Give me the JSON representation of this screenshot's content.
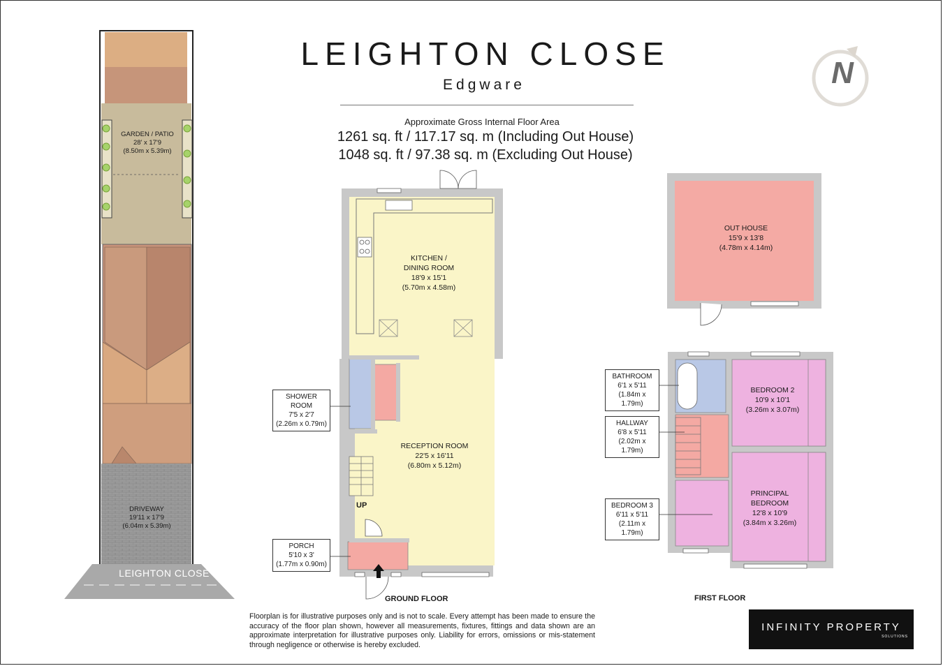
{
  "header": {
    "title": "LEIGHTON CLOSE",
    "subtitle": "Edgware",
    "area_label": "Approximate Gross Internal Floor Area",
    "area_including": "1261 sq. ft / 117.17 sq. m (Including Out House)",
    "area_excluding": "1048 sq. ft / 97.38 sq. m (Excluding Out House)"
  },
  "compass": {
    "letter": "N"
  },
  "site_plan": {
    "garden": {
      "name": "GARDEN / PATIO",
      "imperial": "28' x 17'9",
      "metric": "(8.50m x 5.39m)"
    },
    "driveway": {
      "name": "DRIVEWAY",
      "imperial": "19'11 x 17'9",
      "metric": "(6.04m x 5.39m)"
    },
    "street": "LEIGHTON CLOSE"
  },
  "ground_floor": {
    "label": "GROUND FLOOR",
    "kitchen": {
      "name1": "KITCHEN /",
      "name2": "DINING ROOM",
      "imperial": "18'9 x 15'1",
      "metric": "(5.70m x 4.58m)"
    },
    "reception": {
      "name": "RECEPTION ROOM",
      "imperial": "22'5 x 16'11",
      "metric": "(6.80m x 5.12m)"
    },
    "shower": {
      "name": "SHOWER ROOM",
      "imperial": "7'5 x 2'7",
      "metric": "(2.26m x 0.79m)"
    },
    "porch": {
      "name": "PORCH",
      "imperial": "5'10 x 3'",
      "metric": "(1.77m x 0.90m)"
    },
    "stairs": "UP"
  },
  "out_house": {
    "name": "OUT HOUSE",
    "imperial": "15'9 x 13'8",
    "metric": "(4.78m x 4.14m)"
  },
  "first_floor": {
    "label": "FIRST FLOOR",
    "bathroom": {
      "name": "BATHROOM",
      "imperial": "6'1 x 5'11",
      "metric": "(1.84m x 1.79m)"
    },
    "hallway": {
      "name": "HALLWAY",
      "imperial": "6'8 x 5'11",
      "metric": "(2.02m x 1.79m)"
    },
    "bedroom3": {
      "name": "BEDROOM 3",
      "imperial": "6'11 x 5'11",
      "metric": "(2.11m x 1.79m)"
    },
    "bedroom2": {
      "name": "BEDROOM 2",
      "imperial": "10'9 x 10'1",
      "metric": "(3.26m x 3.07m)"
    },
    "principal": {
      "name1": "PRINCIPAL",
      "name2": "BEDROOM",
      "imperial": "12'8 x 10'9",
      "metric": "(3.84m x 3.26m)"
    }
  },
  "disclaimer": "Floorplan is for illustrative purposes only and is not to scale. Every attempt has been made to ensure the accuracy of the floor plan shown, however all measurements, fixtures, fittings and data shown are an approximate interpretation for illustrative purposes only. Liability for errors, omissions or mis-statement through negligence or otherwise is hereby excluded.",
  "logo": {
    "line1": "INFINITY PROPERTY",
    "line2": "SOLUTIONS"
  },
  "colors": {
    "kitchen": "#faf5c8",
    "shower": "#b9c8e6",
    "porch": "#f4a9a3",
    "outhouse": "#f4aaa4",
    "bedroom": "#ee b4e0",
    "hall": "#f4a9a3",
    "wall": "#c8c8c8",
    "garden": "#c7b99a",
    "roof": "#c99a79"
  }
}
